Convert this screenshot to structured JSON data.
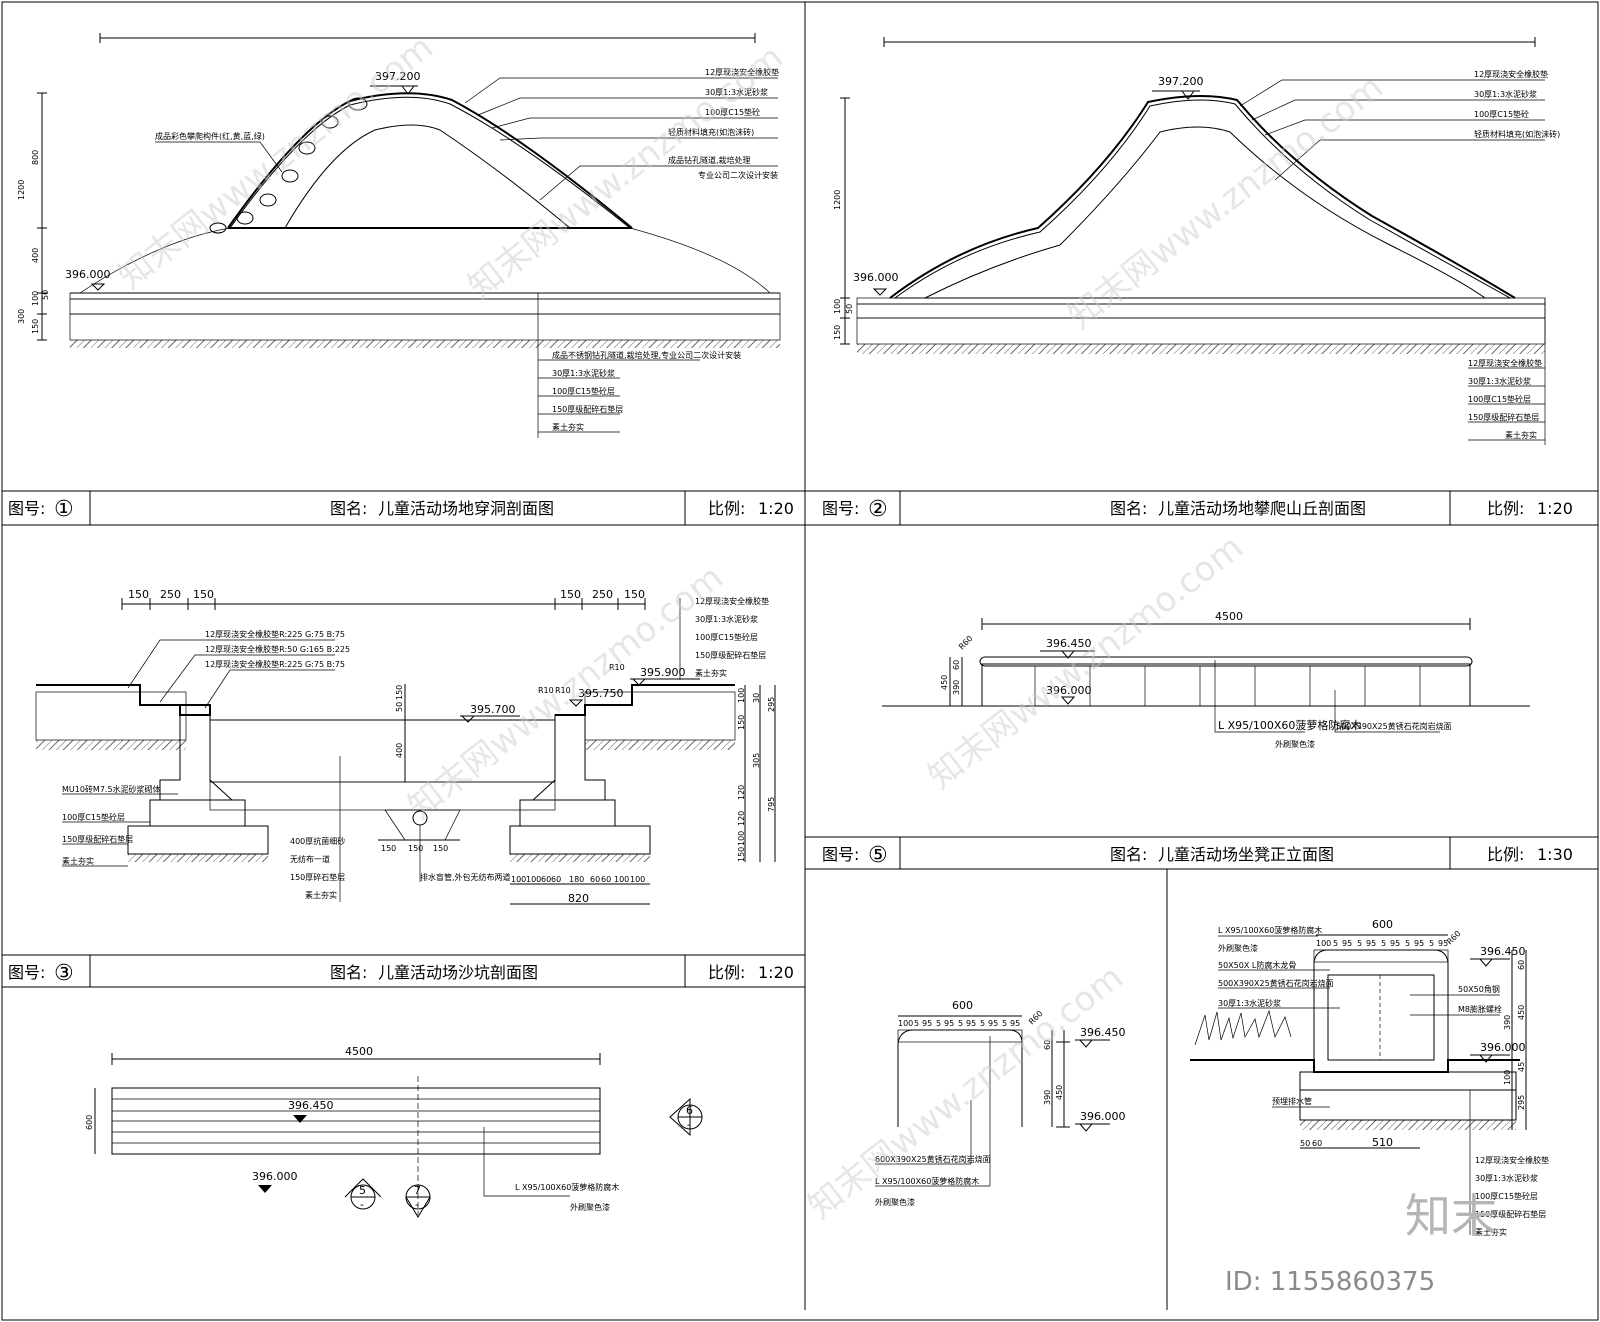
{
  "panel1": {
    "ref": "①",
    "label_ref": "图号:",
    "label_name": "图名:",
    "title": "儿童活动场地穿洞剖面图",
    "label_scale": "比例:",
    "scale": "1:20",
    "elev_top": "397.200",
    "elev_base": "396.000",
    "dims_v": [
      "800",
      "1200",
      "400",
      "100",
      "50",
      "300",
      "150"
    ],
    "layers_right": [
      "12厚现浇安全橡胶垫",
      "30厚1:3水泥砂浆",
      "100厚C15垫砼",
      "轻质材料填充(如泡沫砖)",
      "成品钻孔隧道,栽培处理",
      "专业公司二次设计安装"
    ],
    "note_left": "成品彩色攀爬构件(红,黄,蓝,绿)",
    "layers_bottom": [
      "成品不锈钢钻孔隧道,栽培处理,专业公司二次设计安装",
      "30厚1:3水泥砂浆",
      "100厚C15垫砼层",
      "150厚级配碎石垫层",
      "素土夯实"
    ]
  },
  "panel2": {
    "ref": "②",
    "label_ref": "图号:",
    "label_name": "图名:",
    "title": "儿童活动场地攀爬山丘剖面图",
    "label_scale": "比例:",
    "scale": "1:20",
    "elev_top": "397.200",
    "elev_base": "396.000",
    "dims_v": [
      "1200",
      "100",
      "50",
      "150"
    ],
    "layers_right": [
      "12厚现浇安全橡胶垫",
      "30厚1:3水泥砂浆",
      "100厚C15垫砼",
      "轻质材料填充(如泡沫砖)"
    ],
    "layers_bottom": [
      "12厚现浇安全橡胶垫",
      "30厚1:3水泥砂浆",
      "100厚C15垫砼层",
      "150厚级配碎石垫层",
      "素土夯实"
    ]
  },
  "panel3": {
    "ref": "③",
    "label_ref": "图号:",
    "label_name": "图名:",
    "title": "儿童活动场沙坑剖面图",
    "label_scale": "比例:",
    "scale": "1:20",
    "dims_top": [
      "150",
      "250",
      "150",
      "150",
      "250",
      "150"
    ],
    "elev": [
      "395.900",
      "395.750",
      "395.700"
    ],
    "radius": [
      "R10",
      "R10",
      "R10"
    ],
    "colors": [
      "12厚现浇安全橡胶垫R:225 G:75 B:75",
      "12厚现浇安全橡胶垫R:50 G:165 B:225",
      "12厚现浇安全橡胶垫R:225 G:75 B:75"
    ],
    "layers_right": [
      "12厚现浇安全橡胶垫",
      "30厚1:3水泥砂浆",
      "100厚C15垫砼层",
      "150厚级配碎石垫层",
      "素土夯实"
    ],
    "layers_left": [
      "MU10砖M7.5水泥砂浆砌体",
      "100厚C15垫砼层",
      "150厚级配碎石垫层",
      "素土夯实"
    ],
    "layers_mid": [
      "400厚抗菌细砂",
      "无纺布一道",
      "150厚碎石垫层",
      "素土夯实"
    ],
    "drain_note": "排水盲管,外包无纺布两道",
    "dims_v": [
      "50",
      "150",
      "400"
    ],
    "dims_right": [
      "100",
      "30",
      "150",
      "295",
      "305",
      "120",
      "120",
      "795",
      "100",
      "150"
    ],
    "dims_bottom_mid": [
      "150",
      "150",
      "150"
    ],
    "dims_bottom_right": [
      "100",
      "100",
      "60",
      "60",
      "180",
      "60",
      "60",
      "100",
      "100"
    ],
    "width_820": "820"
  },
  "panel4": {
    "width": "4500",
    "height": "600",
    "elev_top": "396.450",
    "elev_base": "396.000",
    "note": "L X95/100X60菠萝格防腐木",
    "note2": "外刷聚色漆",
    "sections": [
      "5",
      "6",
      "7"
    ],
    "sections_sub": [
      "-",
      "-",
      "-"
    ]
  },
  "panel5": {
    "ref": "⑤",
    "label_ref": "图号:",
    "label_name": "图名:",
    "title": "儿童活动场坐凳正立面图",
    "label_scale": "比例:",
    "scale": "1:30",
    "width": "4500",
    "radius": "R60",
    "elev_top": "396.450",
    "elev_base": "396.000",
    "dims_v": [
      "450",
      "390",
      "60"
    ],
    "note1": "L X95/100X60菠萝格防腐木",
    "note2": "外刷聚色漆",
    "note3": "500X390X25黄锈石花岗岩烧面"
  },
  "panel6": {
    "width": "600",
    "dims": [
      "100",
      "5",
      "95",
      "5",
      "95",
      "5",
      "95",
      "5",
      "95",
      "5",
      "95"
    ],
    "radius": "R60",
    "elev_top": "396.450",
    "elev_base": "396.000",
    "dims_v": [
      "60",
      "390",
      "450"
    ],
    "note1": "600X390X25黄锈石花岗岩烧面",
    "note2": "L X95/100X60菠萝格防腐木",
    "note3": "外刷聚色漆"
  },
  "panel7": {
    "width": "600",
    "dims": [
      "100",
      "5",
      "95",
      "5",
      "95",
      "5",
      "95",
      "5",
      "95",
      "5",
      "95"
    ],
    "radius": "R60",
    "elev_top": "396.450",
    "elev_base": "396.000",
    "notes_left": [
      "L X95/100X60菠萝格防腐木",
      "外刷聚色漆",
      "50X50X L防腐木龙骨",
      "500X390X25黄锈石花岗岩烧面",
      "30厚1:3水泥砂浆"
    ],
    "notes_right": [
      "50X50角钢",
      "M8膨胀螺栓"
    ],
    "drain_note": "预埋排水管",
    "dims_v": [
      "60",
      "450",
      "390",
      "100",
      "45",
      "295"
    ],
    "dims_bottom": [
      "50",
      "60",
      "510"
    ],
    "layers_bottom": [
      "12厚现浇安全橡胶垫",
      "30厚1:3水泥砂浆",
      "100厚C15垫砼层",
      "150厚级配碎石垫层",
      "素土夯实"
    ]
  },
  "watermark": {
    "text1": "知末网www.znzmo.com",
    "logo": "知末",
    "id": "ID: 1155860375"
  }
}
